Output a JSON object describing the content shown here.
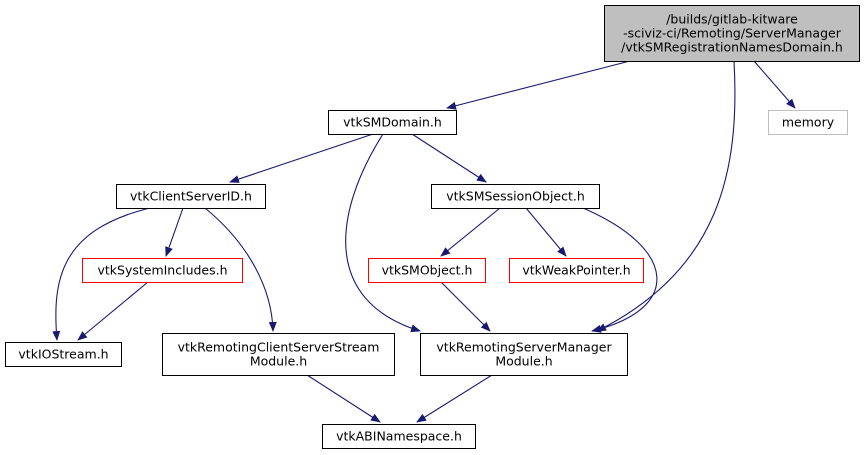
{
  "colors": {
    "edge": "#191970",
    "root_fill": "#bfbfbf",
    "normal_border": "#000000",
    "truncated_border": "#ff0000",
    "external_border": "#bfbfbf",
    "text": "#000000"
  },
  "nodes": {
    "root": {
      "lines": [
        "/builds/gitlab-kitware",
        "-sciviz-ci/Remoting/ServerManager",
        "/vtkSMRegistrationNamesDomain.h"
      ],
      "kind": "root"
    },
    "smdomain": {
      "lines": [
        "vtkSMDomain.h"
      ],
      "kind": "normal"
    },
    "memory": {
      "lines": [
        "memory"
      ],
      "kind": "external"
    },
    "clientserverid": {
      "lines": [
        "vtkClientServerID.h"
      ],
      "kind": "normal"
    },
    "sessionobject": {
      "lines": [
        "vtkSMSessionObject.h"
      ],
      "kind": "normal"
    },
    "systemincludes": {
      "lines": [
        "vtkSystemIncludes.h"
      ],
      "kind": "truncated"
    },
    "smobject": {
      "lines": [
        "vtkSMObject.h"
      ],
      "kind": "truncated"
    },
    "weakpointer": {
      "lines": [
        "vtkWeakPointer.h"
      ],
      "kind": "truncated"
    },
    "iostream": {
      "lines": [
        "vtkIOStream.h"
      ],
      "kind": "normal"
    },
    "clientserverstream": {
      "lines": [
        "vtkRemotingClientServerStream",
        "Module.h"
      ],
      "kind": "normal"
    },
    "servermanagermodule": {
      "lines": [
        "vtkRemotingServerManager",
        "Module.h"
      ],
      "kind": "normal"
    },
    "abinamespace": {
      "lines": [
        "vtkABINamespace.h"
      ],
      "kind": "normal"
    }
  },
  "edges": [
    [
      "root",
      "smdomain"
    ],
    [
      "root",
      "memory"
    ],
    [
      "root",
      "servermanagermodule"
    ],
    [
      "smdomain",
      "clientserverid"
    ],
    [
      "smdomain",
      "sessionobject"
    ],
    [
      "smdomain",
      "servermanagermodule"
    ],
    [
      "clientserverid",
      "iostream"
    ],
    [
      "clientserverid",
      "systemincludes"
    ],
    [
      "clientserverid",
      "clientserverstream"
    ],
    [
      "systemincludes",
      "iostream"
    ],
    [
      "sessionobject",
      "smobject"
    ],
    [
      "sessionobject",
      "weakpointer"
    ],
    [
      "sessionobject",
      "servermanagermodule"
    ],
    [
      "smobject",
      "servermanagermodule"
    ],
    [
      "clientserverstream",
      "abinamespace"
    ],
    [
      "servermanagermodule",
      "abinamespace"
    ]
  ]
}
